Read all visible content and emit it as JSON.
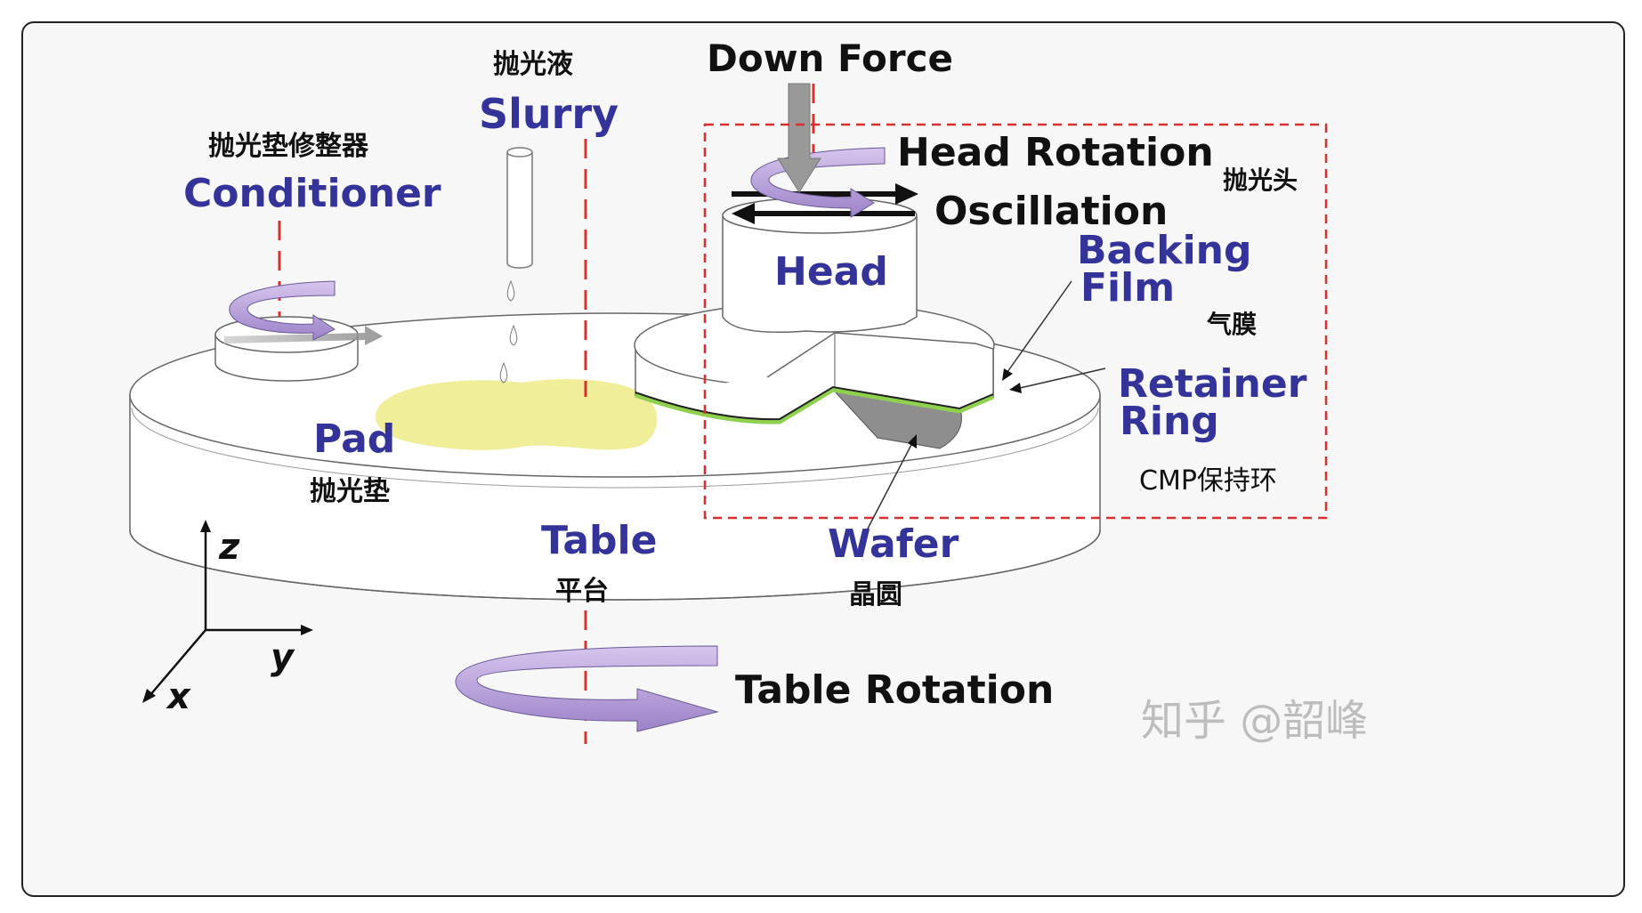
{
  "labels": {
    "slurry_cn": "抛光液",
    "slurry_en": "Slurry",
    "down_force": "Down Force",
    "conditioner_cn": "抛光垫修整器",
    "conditioner_en": "Conditioner",
    "head_rotation": "Head Rotation",
    "head_cn": "抛光头",
    "oscillation": "Oscillation",
    "backing_en_1": "Backing",
    "backing_en_2": "Film",
    "backing_cn": "气膜",
    "head_en": "Head",
    "retainer_en_1": "Retainer",
    "retainer_en_2": "Ring",
    "retainer_cn": "CMP保持环",
    "pad_en": "Pad",
    "pad_cn": "抛光垫",
    "table_en": "Table",
    "table_cn": "平台",
    "wafer_en": "Wafer",
    "wafer_cn": "晶圆",
    "table_rotation": "Table Rotation",
    "axis_z": "z",
    "axis_y": "y",
    "axis_x": "x",
    "watermark": "知乎 @韶峰"
  },
  "colors": {
    "label_blue": "#33339a",
    "arrow_purple": "#b8a2d8",
    "dash_red": "#d8302e",
    "slurry_yellow": "#f1ee9a",
    "film_green": "#8fd14f",
    "wafer_gray": "#8e8e8e"
  }
}
